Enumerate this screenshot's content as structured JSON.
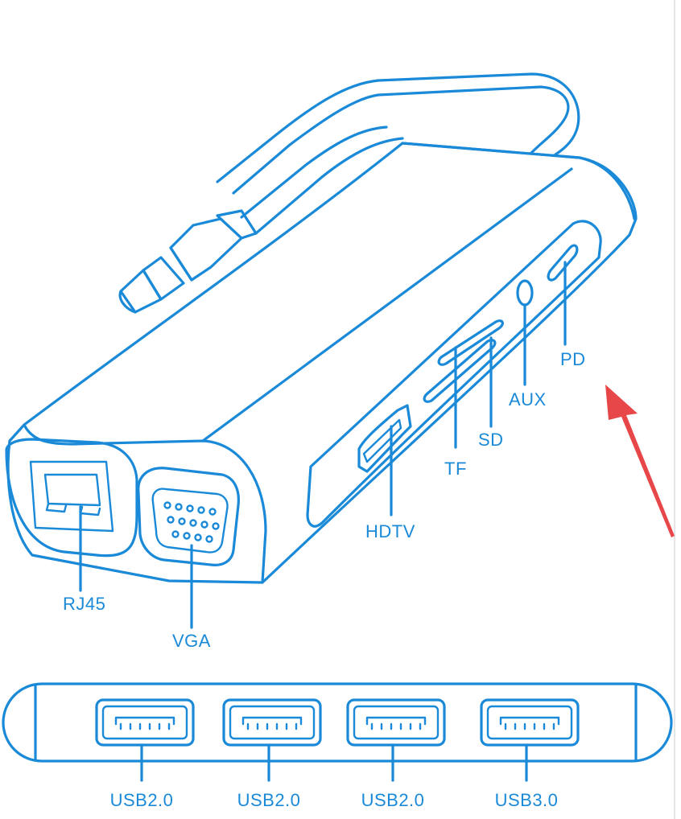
{
  "labels": {
    "pd": "PD",
    "aux": "AUX",
    "sd": "SD",
    "tf": "TF",
    "hdtv": "HDTV",
    "rj45": "RJ45",
    "vga": "VGA"
  },
  "usb_ports": [
    {
      "label": "USB2.0"
    },
    {
      "label": "USB2.0"
    },
    {
      "label": "USB2.0"
    },
    {
      "label": "USB3.0"
    }
  ],
  "colors": {
    "line": "#1a8ad8",
    "arrow": "#e8474a",
    "background": "#ffffff"
  }
}
